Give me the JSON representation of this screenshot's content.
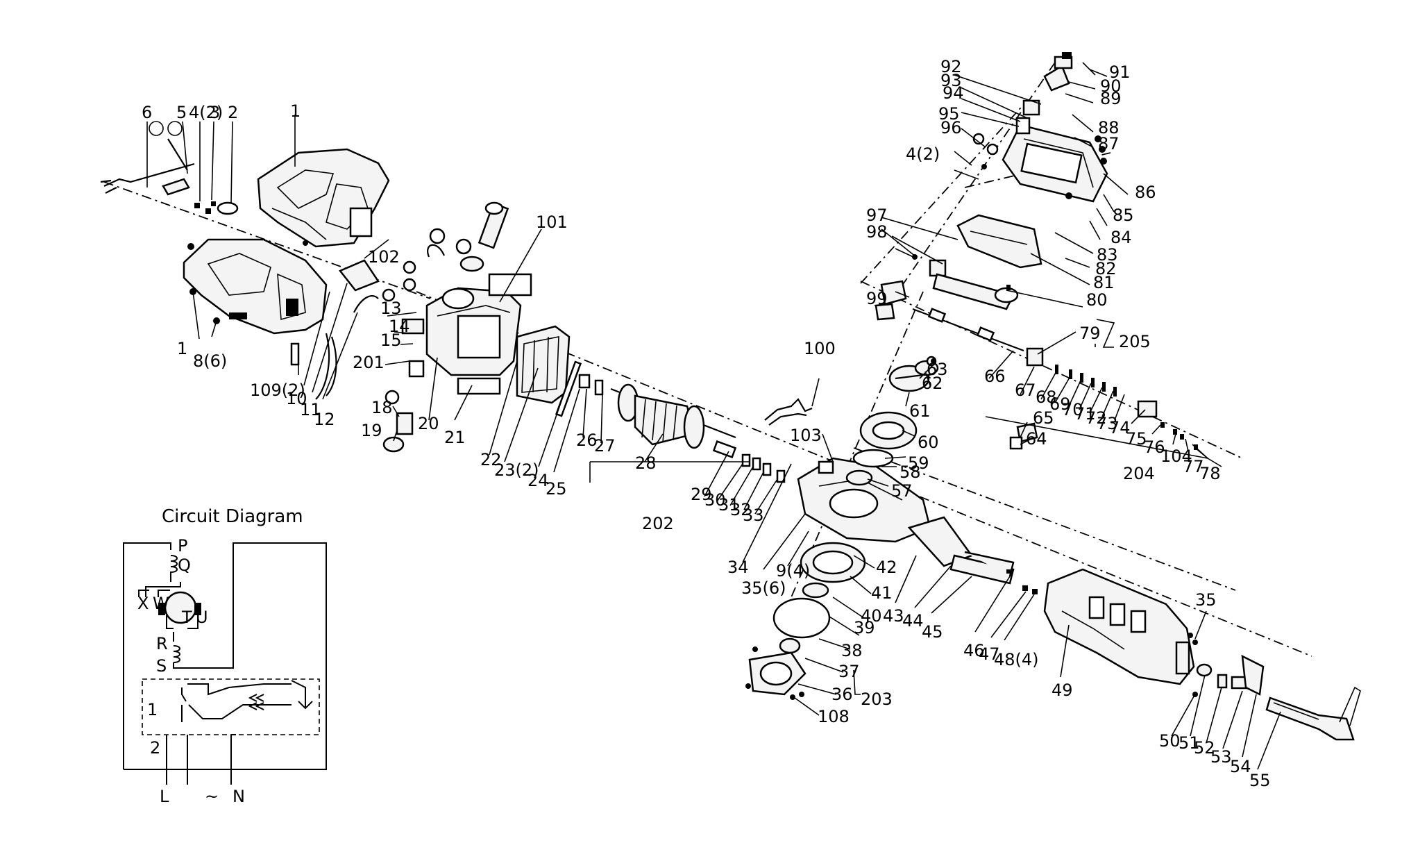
{
  "circuit": {
    "title": "Circuit Diagram",
    "terminals": {
      "p": "P",
      "q": "Q",
      "x": "X",
      "w": "W",
      "t": "T",
      "u": "U",
      "r": "R",
      "s": "S",
      "one": "1",
      "two": "2",
      "l": "L",
      "tilde": "~",
      "n": "N"
    }
  },
  "callouts": [
    "6",
    "5",
    "4(2)",
    "3",
    "2",
    "1",
    "1",
    "8(6)",
    "109(2)",
    "10",
    "11",
    "12",
    "102",
    "13",
    "14",
    "15",
    "201",
    "18",
    "19",
    "20",
    "21",
    "101",
    "22",
    "23(2)",
    "24",
    "25",
    "26",
    "27",
    "28",
    "202",
    "29",
    "30",
    "31",
    "32",
    "33",
    "34",
    "35(6)",
    "100",
    "103",
    "9(4)",
    "42",
    "41",
    "40",
    "39",
    "38",
    "37",
    "36",
    "108",
    "203",
    "43",
    "44",
    "45",
    "46",
    "47",
    "48(4)",
    "49",
    "35",
    "50",
    "51",
    "52",
    "53",
    "54",
    "55",
    "63",
    "62",
    "61",
    "60",
    "59",
    "58",
    "57",
    "66",
    "67",
    "68",
    "69",
    "70",
    "71",
    "72",
    "73",
    "74",
    "75",
    "76",
    "104",
    "77",
    "78",
    "204",
    "65",
    "64",
    "99",
    "97",
    "98",
    "81",
    "80",
    "79",
    "205",
    "82",
    "83",
    "84",
    "85",
    "86",
    "87",
    "88",
    "89",
    "90",
    "91",
    "92",
    "93",
    "94",
    "95",
    "96",
    "4(2)"
  ]
}
